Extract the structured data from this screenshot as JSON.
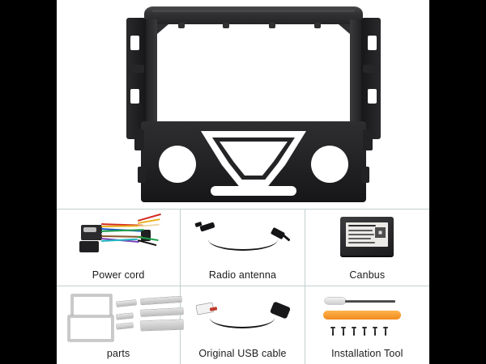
{
  "product": {
    "type": "car-stereo-dash-installation-kit",
    "hero": {
      "name": "Car dash fascia frame panel",
      "color": "#2a2a2c",
      "features": [
        "double-din-opening",
        "climate-control-trapezoid-cutout",
        "two-round-knob-holes",
        "lower-vent-slot",
        "side-mounting-rails"
      ]
    },
    "accent_colors": {
      "divider": "#bfd2ce",
      "letterbox": "#000000",
      "background": "#ffffff",
      "label_text": "#1b1b1b",
      "pry_tool": "#f08b1d",
      "canbus_body": "#2b2b2d"
    },
    "grid": {
      "columns": 3,
      "rows": 2,
      "cells": [
        {
          "label": "Power cord",
          "icon": "wiring-harness-icon",
          "row": 1,
          "col": 1
        },
        {
          "label": "Radio antenna",
          "icon": "antenna-adapter-icon",
          "row": 1,
          "col": 2
        },
        {
          "label": "Canbus",
          "icon": "canbus-decoder-icon",
          "row": 1,
          "col": 3
        },
        {
          "label": "parts",
          "icon": "metal-brackets-icon",
          "row": 2,
          "col": 1
        },
        {
          "label": "Original USB cable",
          "icon": "usb-adapter-cable-icon",
          "row": 2,
          "col": 2
        },
        {
          "label": "Installation Tool",
          "icon": "tool-kit-icon",
          "row": 2,
          "col": 3
        }
      ]
    },
    "wire_colors": [
      "#d42b1e",
      "#e8b21b",
      "#1f56c4",
      "#1f9e4a",
      "#f0f0f0",
      "#8a5a2b",
      "#7a3fb5",
      "#e07ab0",
      "#20b7c4",
      "#111111"
    ],
    "screw_count": 6
  }
}
